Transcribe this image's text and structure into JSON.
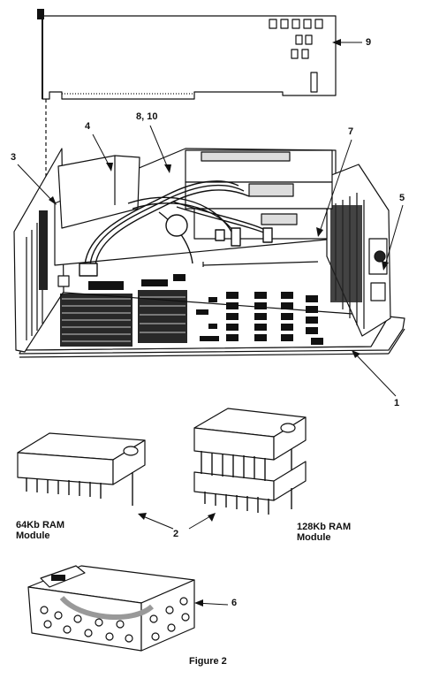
{
  "callouts": {
    "c1": "1",
    "c2": "2",
    "c3": "3",
    "c4": "4",
    "c5": "5",
    "c6": "6",
    "c7": "7",
    "c8_10": "8, 10",
    "c9": "9"
  },
  "module_labels": {
    "ram_64_line1": "64Kb RAM",
    "ram_64_line2": "Module",
    "ram_128_line1": "128Kb RAM",
    "ram_128_line2": "Module"
  },
  "figure_caption": "Figure 2"
}
